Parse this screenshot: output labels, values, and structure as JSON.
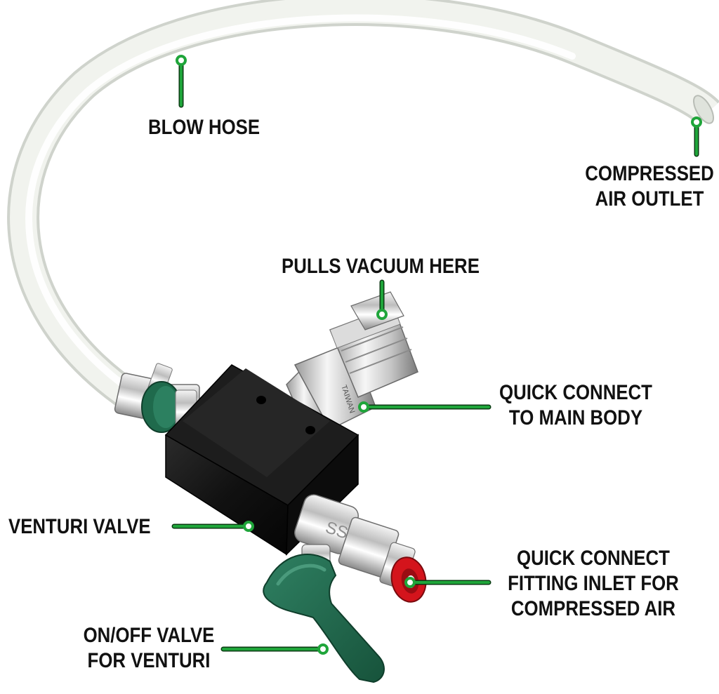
{
  "colors": {
    "callout_green": "#1fa53a",
    "callout_outline": "#0a3a12",
    "hose": "#ecefe8",
    "body_black": "#141414",
    "valve_handle_green": "#1f6a4c",
    "inlet_red": "#d4141c"
  },
  "labels": {
    "blow_hose": "BLOW HOSE",
    "compressed_air_outlet": [
      "COMPRESSED",
      "AIR OUTLET"
    ],
    "pulls_vacuum_here": "PULLS VACUUM HERE",
    "quick_connect_main_body": [
      "QUICK CONNECT",
      "TO MAIN BODY"
    ],
    "venturi_valve": "VENTURI VALVE",
    "quick_connect_inlet": [
      "QUICK CONNECT",
      "FITTING INLET FOR",
      "COMPRESSED AIR"
    ],
    "on_off_valve": [
      "ON/OFF VALVE",
      "FOR VENTURI"
    ]
  },
  "imprints": {
    "coupler_stamp": "TAIWAN",
    "valve_stamp": "SS"
  }
}
